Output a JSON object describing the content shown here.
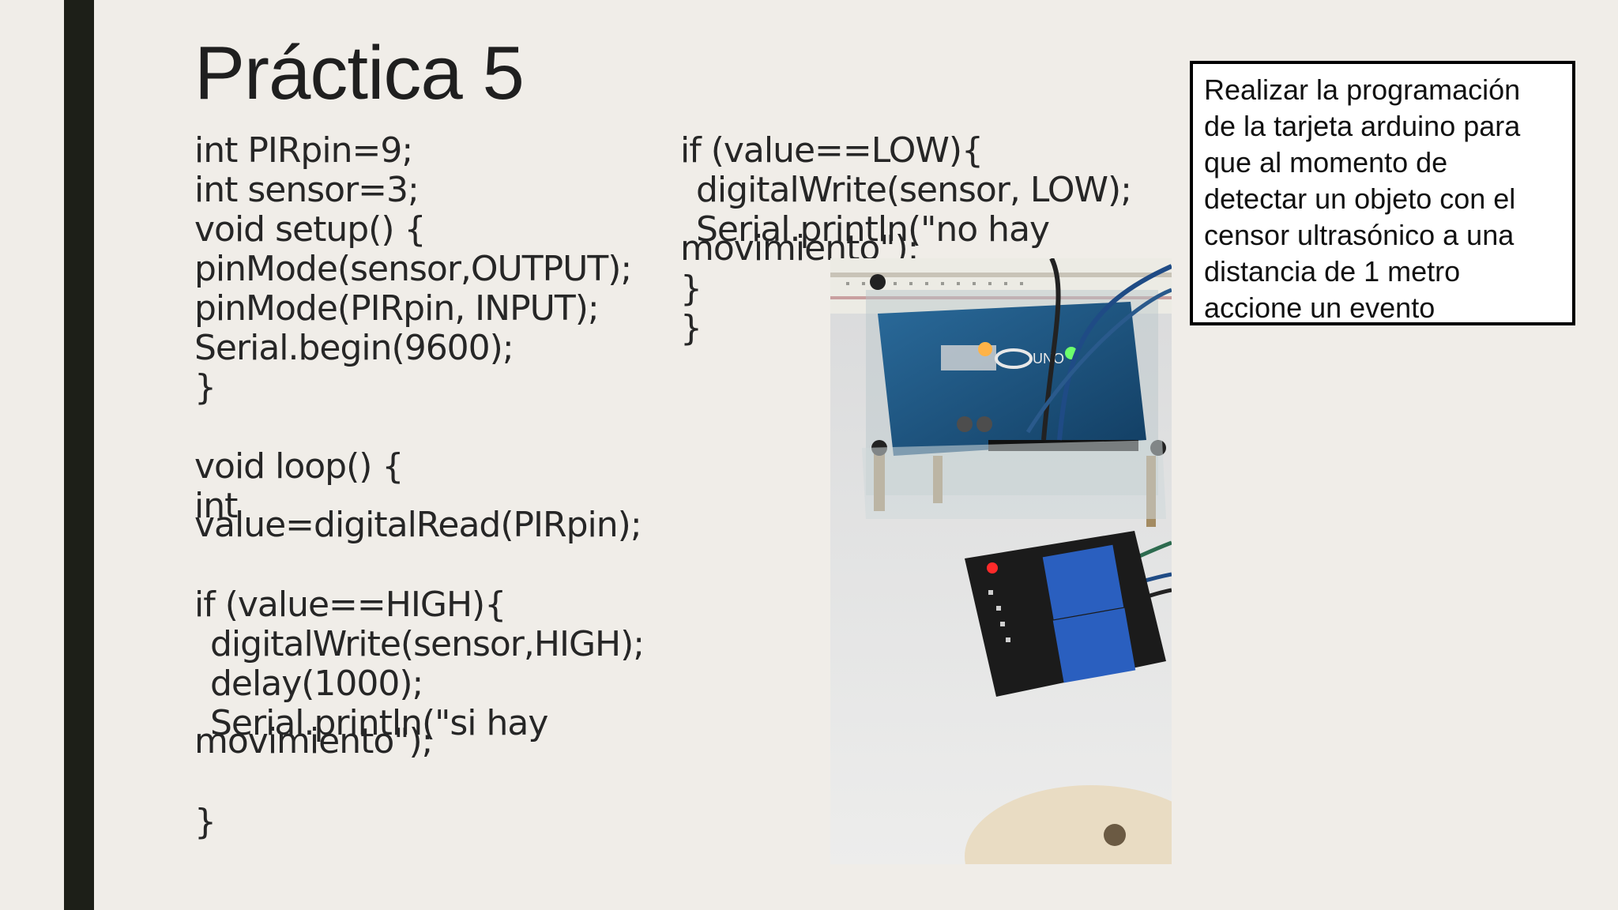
{
  "slide": {
    "title": "Práctica 5",
    "code_left": [
      "int PIRpin=9;",
      "int sensor=3;",
      "void setup() {",
      "pinMode(sensor,OUTPUT);",
      "pinMode(PIRpin, INPUT);",
      "Serial.begin(9600);",
      "}",
      "void loop() {",
      "int",
      "value=digitalRead(PIRpin);",
      "if (value==HIGH){",
      "digitalWrite(sensor,HIGH);",
      "delay(1000);",
      "Serial.println(\"si hay",
      "movimiento\");",
      "}"
    ],
    "code_right": [
      "if (value==LOW){",
      "digitalWrite(sensor, LOW);",
      "Serial.println(\"no hay",
      "movimiento\");",
      "}",
      "}"
    ],
    "task_box": [
      "Realizar la programación",
      "de la tarjeta arduino para",
      "que al momento de",
      "detectar un objeto con el",
      "censor ultrasónico a una",
      "distancia de 1 metro",
      "accione un  evento"
    ],
    "board_label": "UNO",
    "colors": {
      "sidebar": "#1d1f18",
      "background": "#f0ede8",
      "relay_blue": "#2a5fbf",
      "board_blue": "#1f6aa5"
    }
  }
}
